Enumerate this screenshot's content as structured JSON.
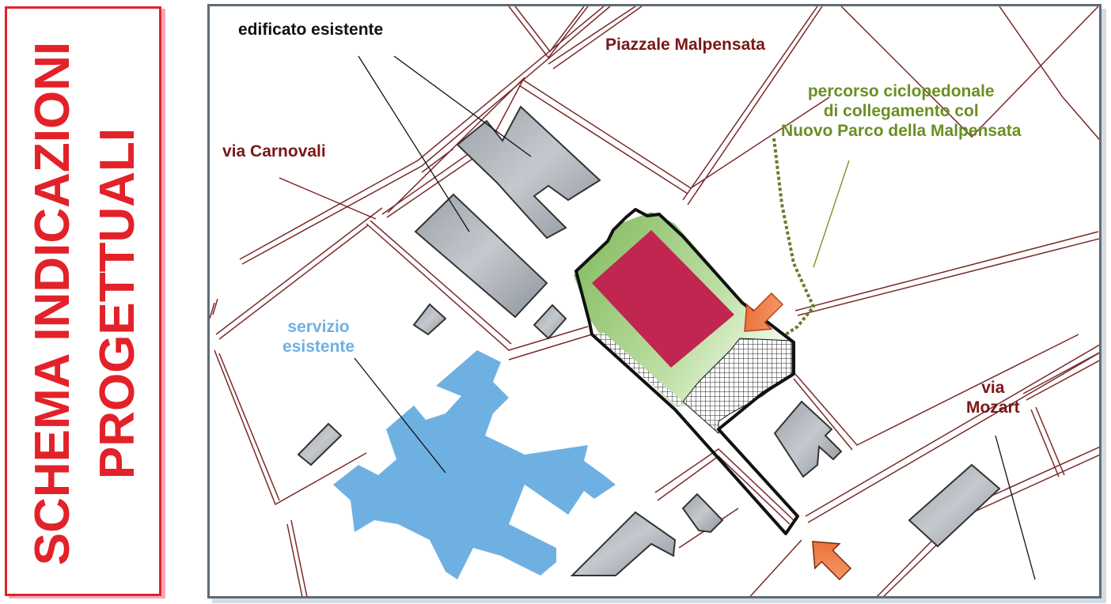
{
  "title": {
    "line1": "SCHEMA INDICAZIONI",
    "line2": "PROGETTUALI"
  },
  "labels": {
    "existing_buildings": "edificato esistente",
    "square": "Piazzale Malpensata",
    "street_carnovali": "via Carnovali",
    "existing_service_line1": "servizio",
    "existing_service_line2": "esistente",
    "cycle_path_line1": "percorso ciclopedonale",
    "cycle_path_line2": "di collegamento col",
    "cycle_path_line3": "Nuovo Parco della Malpensata",
    "street_mozart_line1": "via",
    "street_mozart_line2": "Mozart"
  },
  "colors": {
    "title_red": "#e32129",
    "title_shadow": "#f4a9b8",
    "street_label": "#7a1717",
    "service_blue": "#6fb0e3",
    "green_area": "#8fc46a",
    "project_crimson": "#c0264f",
    "cycle_path_olive": "#6b7a2a",
    "arrow_orange": "#f07838",
    "frame_grey": "#5d6c77"
  },
  "icons": [
    "access-arrow-icon",
    "access-arrow-icon"
  ]
}
